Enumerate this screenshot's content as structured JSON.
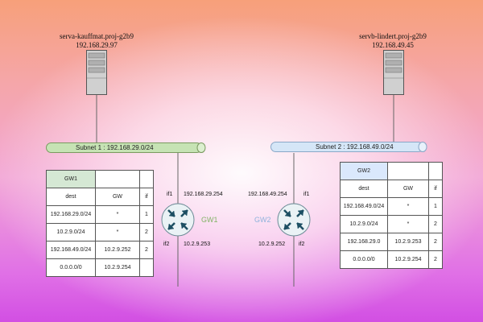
{
  "servers": [
    {
      "hostname": "serva-kauffmat.proj-g2b9",
      "ip": "192.168.29.97"
    },
    {
      "hostname": "servb-lindert.proj-g2b9",
      "ip": "192.168.49.45"
    }
  ],
  "subnets": [
    {
      "label": "Subnet 1 : 192.168.29.0/24",
      "color": "#c6e3b4"
    },
    {
      "label": "Subnet 2 : 192.168.49.0/24",
      "color": "#d5e6f7"
    }
  ],
  "gateways": [
    {
      "name": "GW1",
      "name_color": "#82b366",
      "if1_label": "if1",
      "if1_ip": "192.168.29.254",
      "if2_label": "if2",
      "if2_ip": "10.2.9.253",
      "table": {
        "title": "GW1",
        "title_color": "#d5e8d4",
        "headers": [
          "dest",
          "GW",
          "if"
        ],
        "rows": [
          [
            "192.168.29.0/24",
            "*",
            "1"
          ],
          [
            "10.2.9.0/24",
            "*",
            "2"
          ],
          [
            "192.168.49.0/24",
            "10.2.9.252",
            "2"
          ],
          [
            "0.0.0.0/0",
            "10.2.9.254",
            ""
          ]
        ]
      }
    },
    {
      "name": "GW2",
      "name_color": "#8fb2dc",
      "if1_label": "if1",
      "if1_ip": "192.168.49.254",
      "if2_label": "if2",
      "if2_ip": "10.2.9.252",
      "table": {
        "title": "GW2",
        "title_color": "#dae8fc",
        "headers": [
          "dest",
          "GW",
          "if"
        ],
        "rows": [
          [
            "192.168.49.0/24",
            "*",
            "1"
          ],
          [
            "10.2.9.0/24",
            "*",
            "2"
          ],
          [
            "192.168.29.0",
            "10.2.9.253",
            "2"
          ],
          [
            "0.0.0.0/0",
            "10.2.9.254",
            "2"
          ]
        ]
      }
    }
  ],
  "icons": {
    "server": "server-tower-icon",
    "router": "router-icon"
  }
}
